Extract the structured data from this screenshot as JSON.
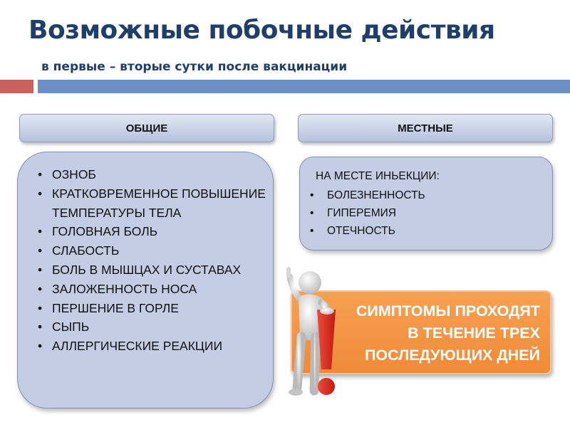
{
  "header": {
    "title": "Возможные побочные действия",
    "subtitle": "в первые – вторые сутки после вакцинации"
  },
  "categories": {
    "general_label": "ОБЩИЕ",
    "local_label": "МЕСТНЫЕ"
  },
  "general_effects": [
    "ОЗНОБ",
    "КРАТКОВРЕМЕННОЕ ПОВЫШЕНИЕ ТЕМПЕРАТУРЫ ТЕЛА",
    "ГОЛОВНАЯ БОЛЬ",
    "СЛАБОСТЬ",
    "БОЛЬ В МЫШЦАХ И СУСТАВАХ",
    "ЗАЛОЖЕННОСТЬ НОСА",
    "ПЕРШЕНИЕ В ГОРЛЕ",
    "СЫПЬ",
    "АЛЛЕРГИЧЕСКИЕ РЕАКЦИИ"
  ],
  "local_effects": {
    "heading": "НА МЕСТЕ ИНЬЕКЦИИ:",
    "items": [
      "БОЛЕЗНЕННОСТЬ",
      "ГИПЕРЕМИЯ",
      "ОТЕЧНОСТЬ"
    ]
  },
  "callout": {
    "lines": [
      "СИМПТОМЫ ПРОХОДЯТ",
      "В ТЕЧЕНИЕ ТРЕХ",
      "ПОСЛЕДУЮЩИХ ДНЕЙ"
    ]
  },
  "icons": {
    "figure": "person-with-exclamation-icon"
  },
  "colors": {
    "title": "#1f3f6a",
    "accent_red": "#c9625d",
    "accent_blue": "#6b8fc4",
    "panel": "#c3cde3",
    "callout": "#ef8a38",
    "exclamation": "#e02418"
  }
}
